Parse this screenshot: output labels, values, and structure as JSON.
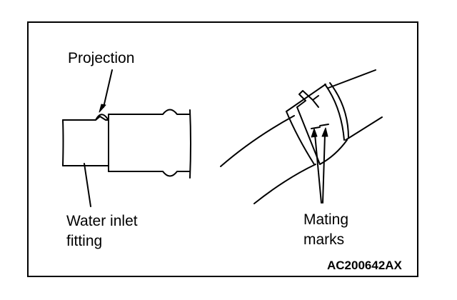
{
  "labels": {
    "projection": "Projection",
    "water_inlet_line1": "Water inlet",
    "water_inlet_line2": "fitting",
    "mating_line1": "Mating",
    "mating_line2": "marks",
    "figure_id": "AC200642AX"
  },
  "colors": {
    "ink": "#000000",
    "background": "#ffffff"
  }
}
